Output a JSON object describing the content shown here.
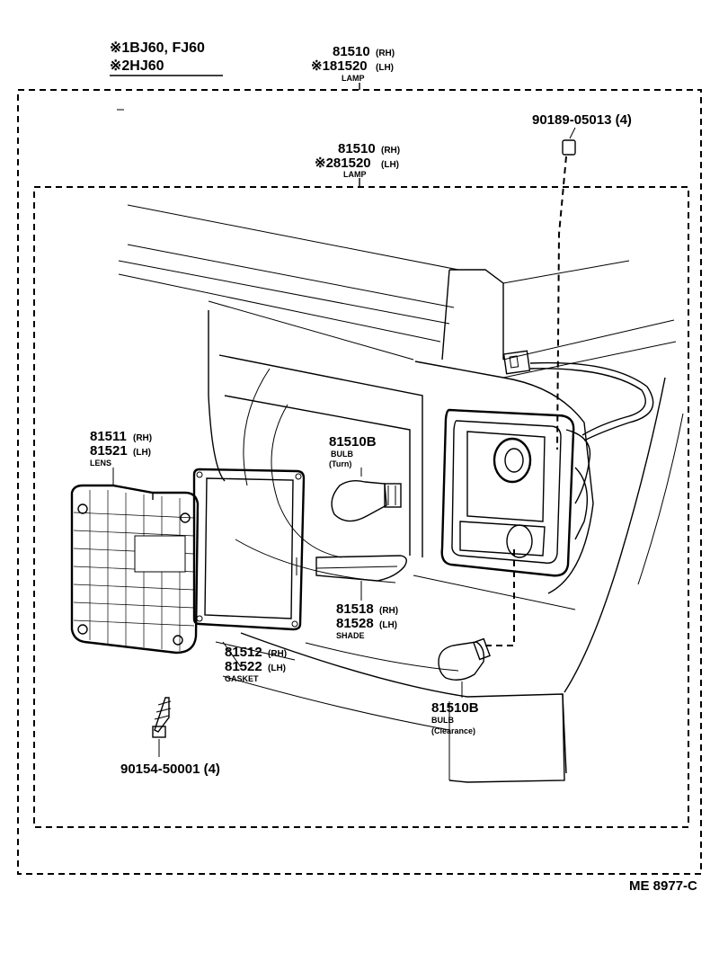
{
  "header": {
    "applicability_1": "※1BJ60, FJ60",
    "applicability_2": "※2HJ60"
  },
  "lamp_assembly_1": {
    "part_rh": "81510",
    "suffix_rh": "(RH)",
    "part_lh": "※181520",
    "suffix_lh": "(LH)",
    "name": "LAMP"
  },
  "lamp_assembly_2": {
    "part_rh": "81510",
    "suffix_rh": "(RH)",
    "part_lh": "※281520",
    "suffix_lh": "(LH)",
    "name": "LAMP"
  },
  "socket_clip": {
    "part": "90189-05013 (4)"
  },
  "lens": {
    "part_rh": "81511",
    "suffix_rh": "(RH)",
    "part_lh": "81521",
    "suffix_lh": "(LH)",
    "name": "LENS"
  },
  "bulb_turn": {
    "part": "81510B",
    "name": "BULB",
    "note": "(Turn)"
  },
  "shade": {
    "part_rh": "81518",
    "suffix_rh": "(RH)",
    "part_lh": "81528",
    "suffix_lh": "(LH)",
    "name": "SHADE"
  },
  "gasket": {
    "part_rh": "81512",
    "suffix_rh": "(RH)",
    "part_lh": "81522",
    "suffix_lh": "(LH)",
    "name": "GASKET"
  },
  "bulb_clearance": {
    "part": "81510B",
    "name": "BULB",
    "note": "(Clearance)"
  },
  "screw": {
    "part": "90154-50001 (4)"
  },
  "drawing_code": "ME  8977-C"
}
